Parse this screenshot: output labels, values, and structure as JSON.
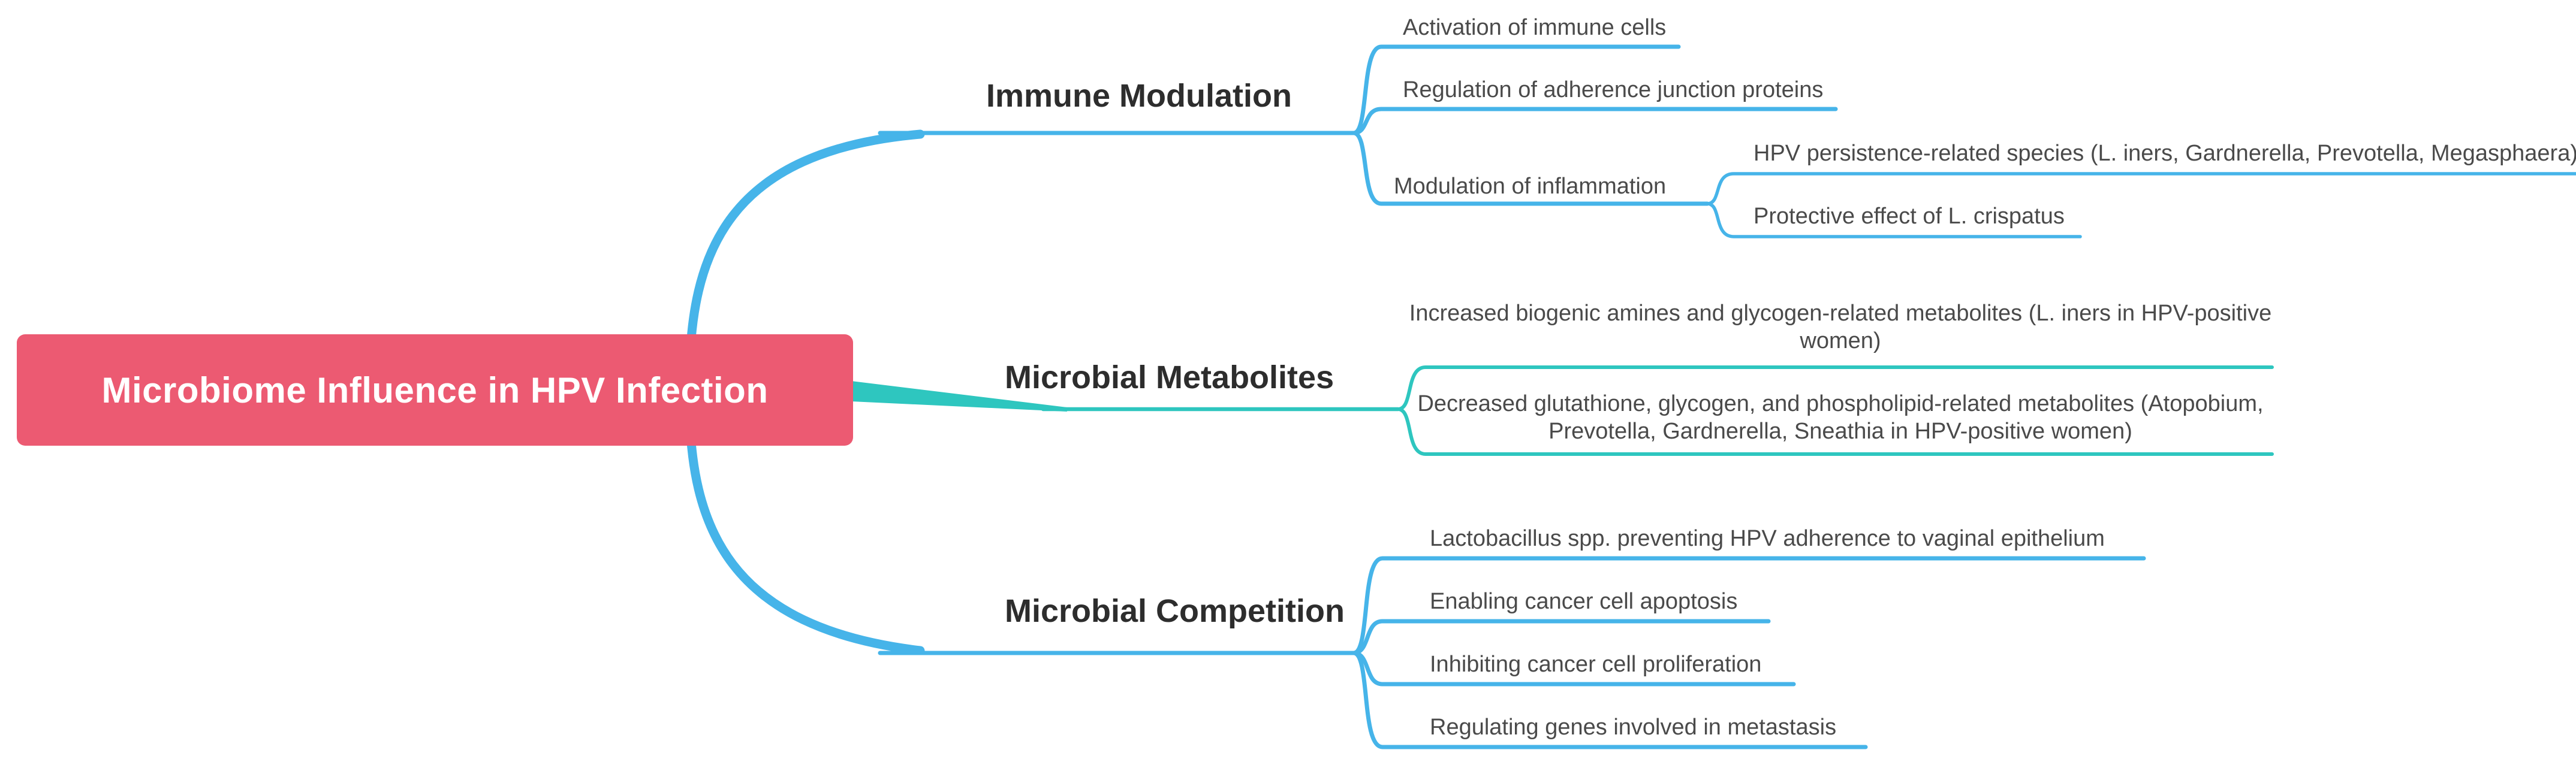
{
  "root": {
    "label": "Microbiome Influence in HPV Infection"
  },
  "colors": {
    "root_bg": "#ec5a72",
    "root_text": "#ffffff",
    "branch_blue": "#46b4e9",
    "branch_teal": "#2ec6bf",
    "label_text": "#2d2d2d",
    "leaf_text": "#4a4a4a"
  },
  "branches": [
    {
      "label": "Immune Modulation",
      "color": "#46b4e9",
      "children": [
        {
          "label": "Activation of immune cells"
        },
        {
          "label": "Regulation of adherence junction proteins"
        },
        {
          "label": "Modulation of inflammation",
          "children": [
            {
              "label": "HPV persistence-related species (L. iners, Gardnerella, Prevotella, Megasphaera)"
            },
            {
              "label": "Protective effect of L. crispatus"
            }
          ]
        }
      ]
    },
    {
      "label": "Microbial Metabolites",
      "color": "#2ec6bf",
      "children": [
        {
          "label": "Increased biogenic amines and glycogen-related metabolites (L. iners in HPV-positive\nwomen)"
        },
        {
          "label": "Decreased glutathione, glycogen, and phospholipid-related metabolites (Atopobium,\nPrevotella, Gardnerella, Sneathia in HPV-positive women)"
        }
      ]
    },
    {
      "label": "Microbial Competition",
      "color": "#46b4e9",
      "children": [
        {
          "label": "Lactobacillus spp. preventing HPV adherence to vaginal epithelium"
        },
        {
          "label": "Enabling cancer cell apoptosis"
        },
        {
          "label": "Inhibiting cancer cell proliferation"
        },
        {
          "label": "Regulating genes involved in metastasis"
        }
      ]
    }
  ]
}
